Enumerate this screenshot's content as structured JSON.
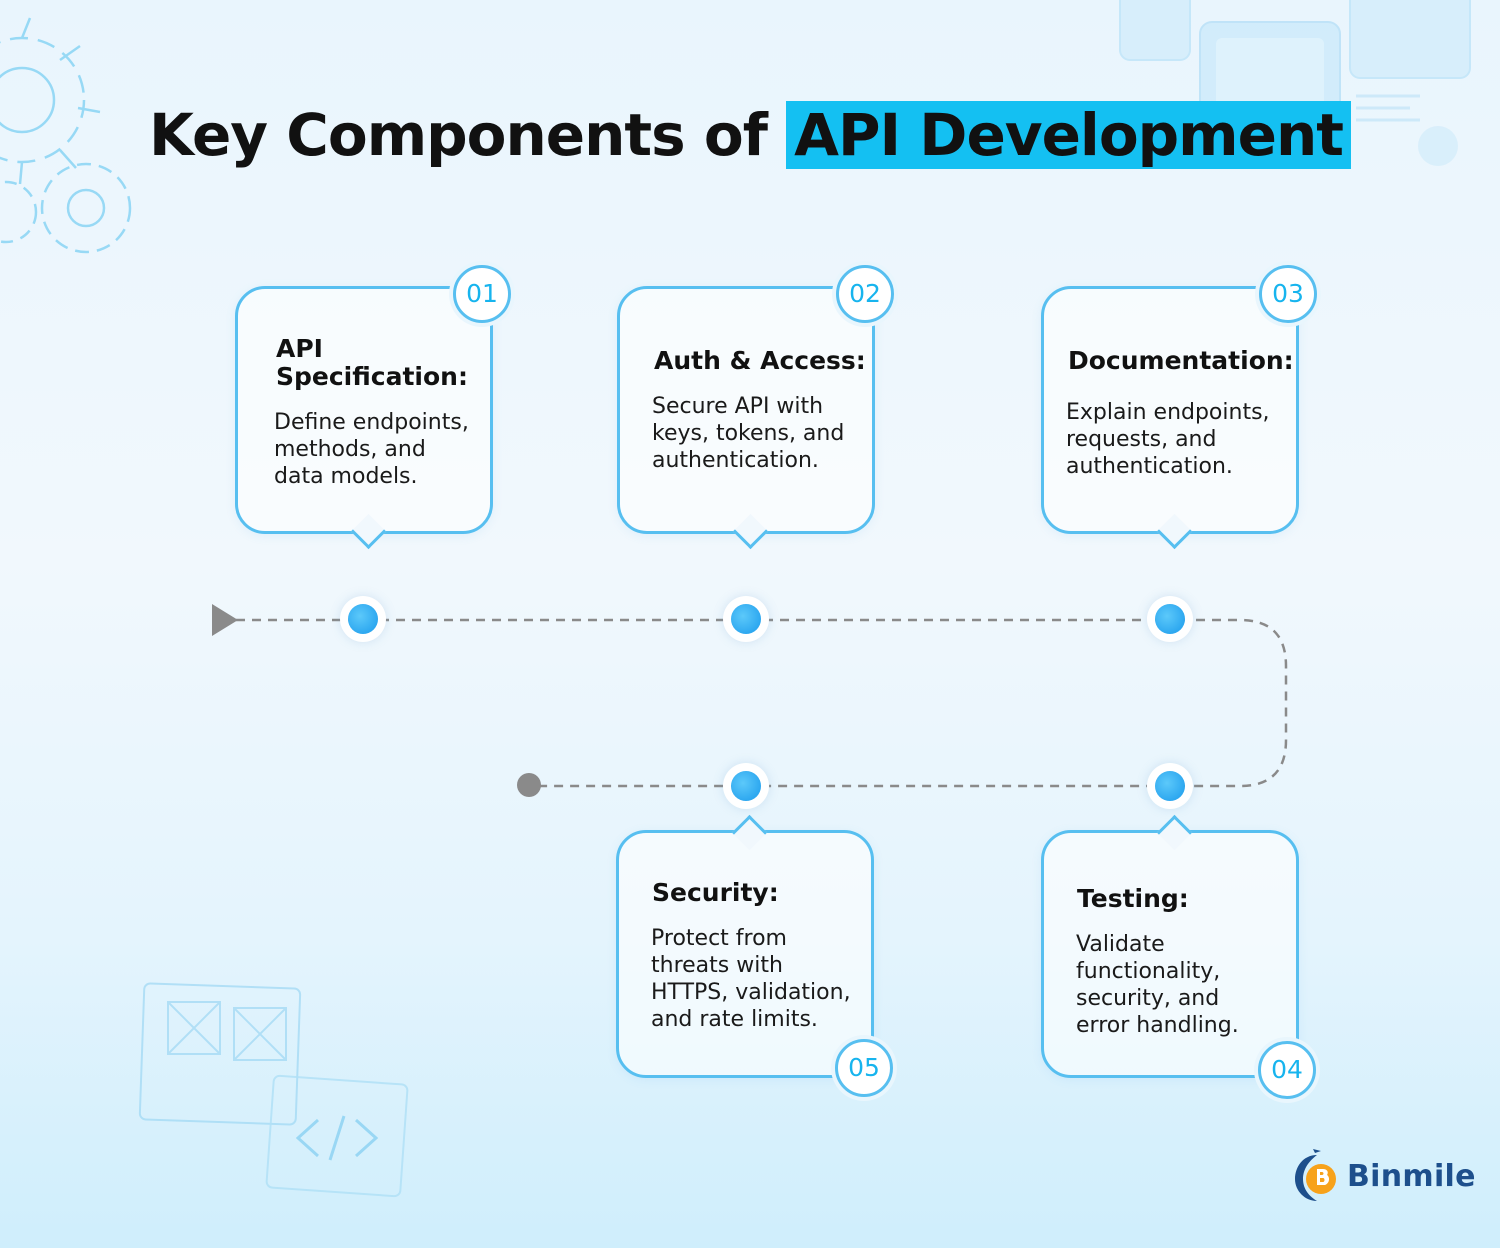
{
  "title": {
    "prefix": "Key Components of",
    "highlight": "API Development"
  },
  "colors": {
    "accent": "#57bff0",
    "highlight": "#14c0f2",
    "badge_text": "#17b4ee",
    "dot": "#2ea8f0",
    "path": "#8a8a8a",
    "logo_text": "#1d4f8c"
  },
  "steps": [
    {
      "number": "01",
      "title": "API Specification:",
      "description": "Define endpoints, methods, and data models."
    },
    {
      "number": "02",
      "title": "Auth & Access:",
      "description": "Secure API with keys, tokens, and authentication."
    },
    {
      "number": "03",
      "title": "Documentation:",
      "description": "Explain endpoints, requests, and authentication."
    },
    {
      "number": "04",
      "title": "Testing:",
      "description": "Validate functionality, security, and error handling."
    },
    {
      "number": "05",
      "title": "Security:",
      "description": "Protect from threats with HTTPS, validation, and rate limits."
    }
  ],
  "brand": {
    "name": "Binmile",
    "icon": "binmile-logo-icon"
  },
  "decor_icons": [
    "gear-icon",
    "monitor-icon",
    "image-placeholder-icon",
    "code-brackets-icon"
  ]
}
